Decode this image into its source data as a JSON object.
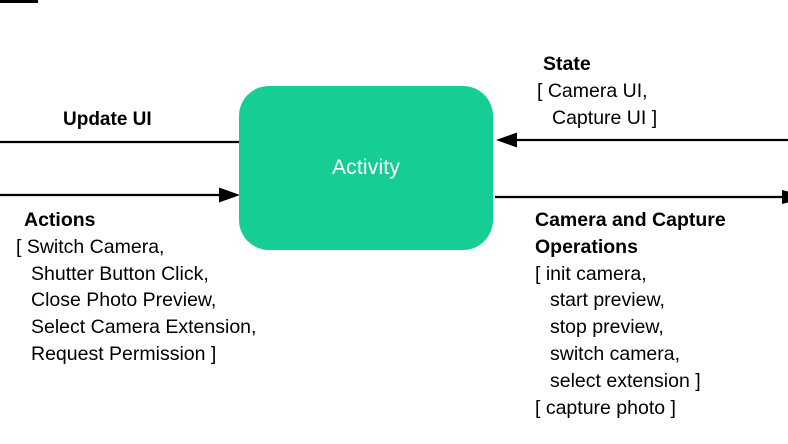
{
  "colors": {
    "node_fill": "#16cd96",
    "node_text": "#ffffff",
    "line": "#000000",
    "text": "#000000"
  },
  "node": {
    "label": "Activity"
  },
  "edges": {
    "update_ui": {
      "label": "Update UI"
    },
    "actions": {
      "label": "Actions",
      "lines": [
        "[ Switch Camera,",
        "Shutter Button Click,",
        "Close Photo Preview,",
        "Select Camera Extension,",
        "Request Permission ]"
      ]
    },
    "state": {
      "label": "State",
      "lines": [
        "[ Camera UI,",
        "Capture UI ]"
      ]
    },
    "operations": {
      "label": "Camera and Capture Operations",
      "lines": [
        "[ init camera,",
        "start preview,",
        "stop preview,",
        "switch camera,",
        "select extension ]",
        "[ capture photo ]"
      ]
    }
  }
}
